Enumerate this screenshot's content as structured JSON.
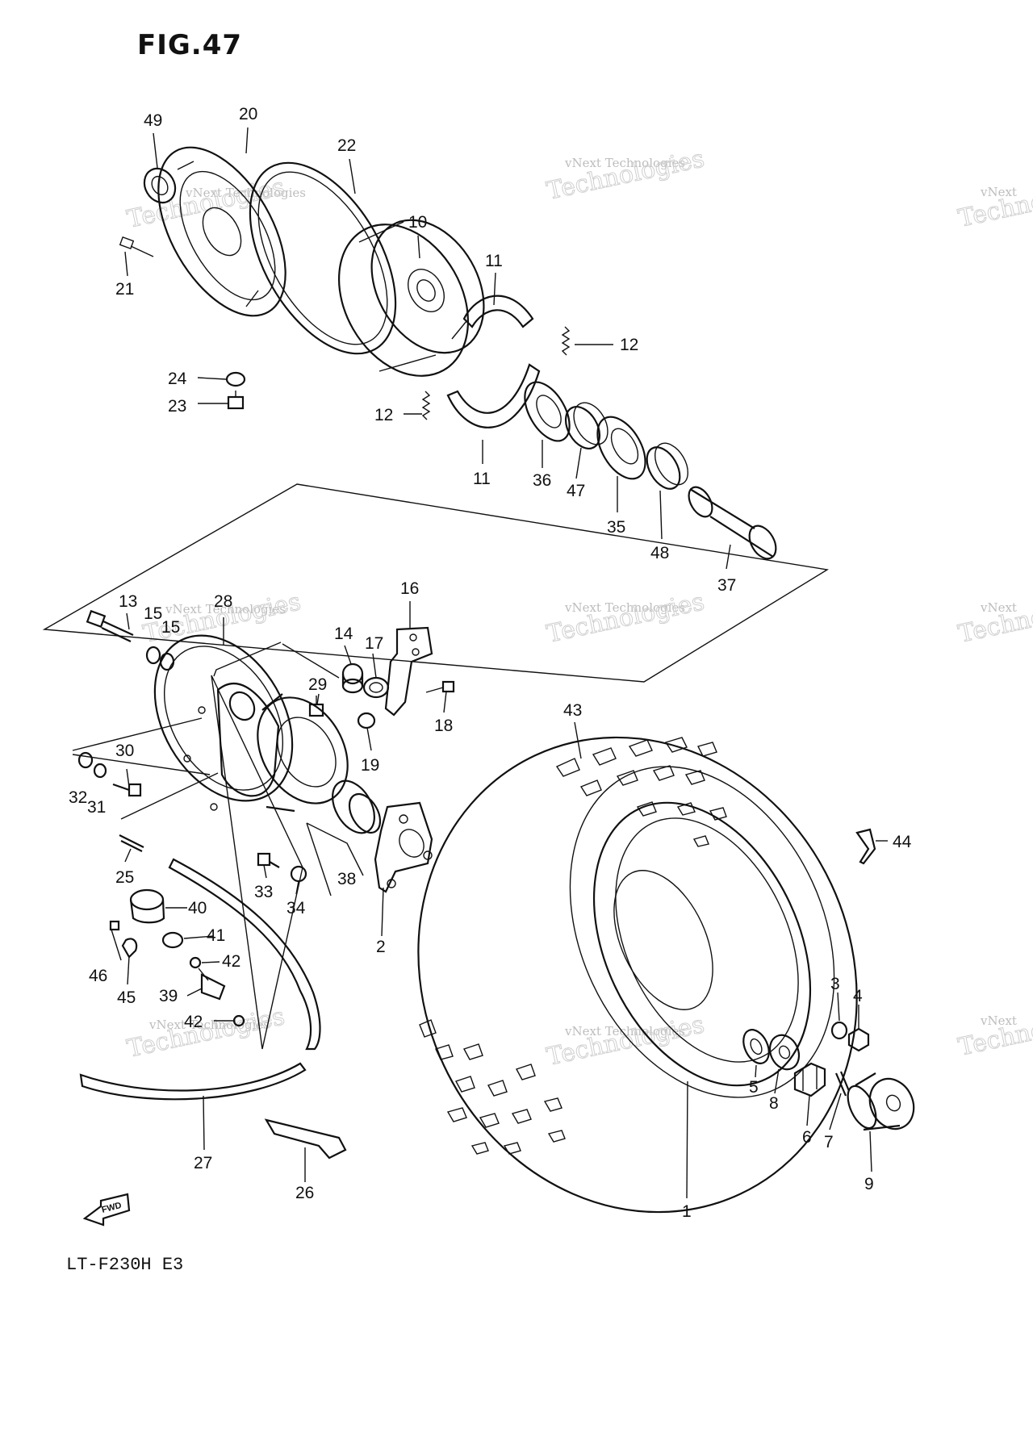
{
  "figure": {
    "title": "FIG.47",
    "model": "LT-F230H E3",
    "direction_label": "FWD"
  },
  "watermark": {
    "line1": "vNext Technologies",
    "line2": "vNext",
    "line3": "Technologies"
  },
  "callouts": [
    {
      "id": "c49",
      "text": "49"
    },
    {
      "id": "c20",
      "text": "20"
    },
    {
      "id": "c22",
      "text": "22"
    },
    {
      "id": "c10",
      "text": "10"
    },
    {
      "id": "c21",
      "text": "21"
    },
    {
      "id": "c11a",
      "text": "11"
    },
    {
      "id": "c12a",
      "text": "12"
    },
    {
      "id": "c24",
      "text": "24"
    },
    {
      "id": "c23",
      "text": "23"
    },
    {
      "id": "c12b",
      "text": "12"
    },
    {
      "id": "c11b",
      "text": "11"
    },
    {
      "id": "c36",
      "text": "36"
    },
    {
      "id": "c47",
      "text": "47"
    },
    {
      "id": "c35",
      "text": "35"
    },
    {
      "id": "c48",
      "text": "48"
    },
    {
      "id": "c37",
      "text": "37"
    },
    {
      "id": "c16",
      "text": "16"
    },
    {
      "id": "c13",
      "text": "13"
    },
    {
      "id": "c28",
      "text": "28"
    },
    {
      "id": "c15a",
      "text": "15"
    },
    {
      "id": "c15b",
      "text": "15"
    },
    {
      "id": "c14",
      "text": "14"
    },
    {
      "id": "c17",
      "text": "17"
    },
    {
      "id": "c29",
      "text": "29"
    },
    {
      "id": "c18",
      "text": "18"
    },
    {
      "id": "c19",
      "text": "19"
    },
    {
      "id": "c43",
      "text": "43"
    },
    {
      "id": "c30",
      "text": "30"
    },
    {
      "id": "c32",
      "text": "32"
    },
    {
      "id": "c31",
      "text": "31"
    },
    {
      "id": "c44",
      "text": "44"
    },
    {
      "id": "c25",
      "text": "25"
    },
    {
      "id": "c33",
      "text": "33"
    },
    {
      "id": "c34",
      "text": "34"
    },
    {
      "id": "c38",
      "text": "38"
    },
    {
      "id": "c40",
      "text": "40"
    },
    {
      "id": "c2",
      "text": "2"
    },
    {
      "id": "c41",
      "text": "41"
    },
    {
      "id": "c46",
      "text": "46"
    },
    {
      "id": "c42a",
      "text": "42"
    },
    {
      "id": "c45",
      "text": "45"
    },
    {
      "id": "c39",
      "text": "39"
    },
    {
      "id": "c42b",
      "text": "42"
    },
    {
      "id": "c3",
      "text": "3"
    },
    {
      "id": "c4",
      "text": "4"
    },
    {
      "id": "c5",
      "text": "5"
    },
    {
      "id": "c8",
      "text": "8"
    },
    {
      "id": "c6",
      "text": "6"
    },
    {
      "id": "c7",
      "text": "7"
    },
    {
      "id": "c9",
      "text": "9"
    },
    {
      "id": "c27",
      "text": "27"
    },
    {
      "id": "c26",
      "text": "26"
    },
    {
      "id": "c1",
      "text": "1"
    }
  ]
}
